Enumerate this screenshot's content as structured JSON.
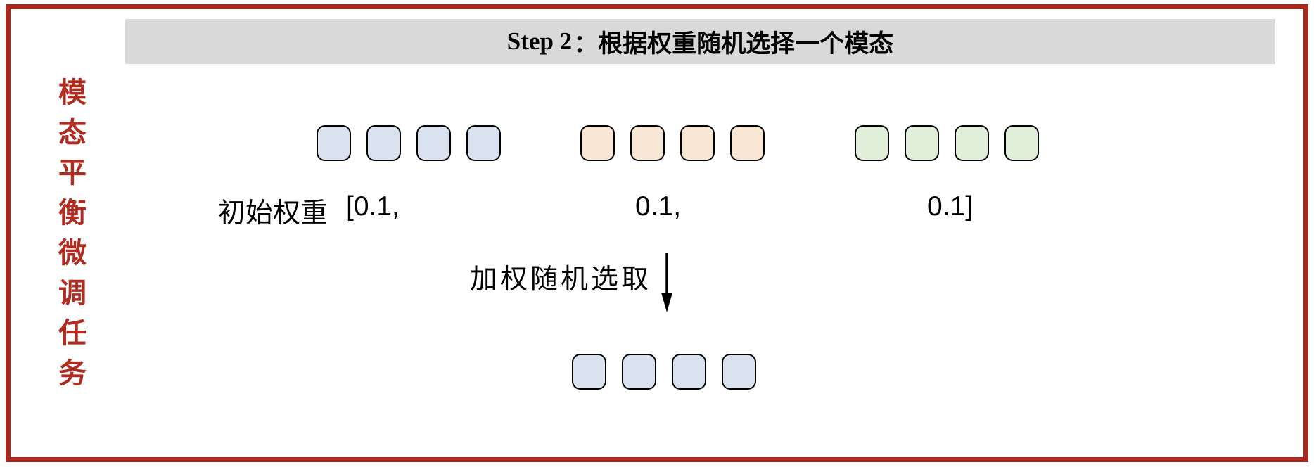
{
  "colors": {
    "frame_red": "#a8291c",
    "label_red": "#b02c20",
    "header_gray": "#d9d9d9",
    "modality_blue": "#d9e2ee",
    "modality_orange": "#f9e7d5",
    "modality_green": "#e0eeda"
  },
  "header": {
    "step_label": "Step 2",
    "title_rest": "：根据权重随机选择一个模态"
  },
  "task_label": {
    "text": "模态平衡微调任务"
  },
  "modality_groups": [
    {
      "id": "group-1",
      "color": "#d9e2ee",
      "count": 4
    },
    {
      "id": "group-2",
      "color": "#f9e7d5",
      "count": 4
    },
    {
      "id": "group-3",
      "color": "#e0eeda",
      "count": 4
    }
  ],
  "weights": {
    "label": "初始权重",
    "value_open": "[0.1,",
    "value_mid": "0.1,",
    "value_close": "0.1]"
  },
  "selection": {
    "arrow_label": "加权随机选取",
    "result": {
      "id": "selected-group",
      "color": "#d9e2ee",
      "count": 4
    }
  }
}
